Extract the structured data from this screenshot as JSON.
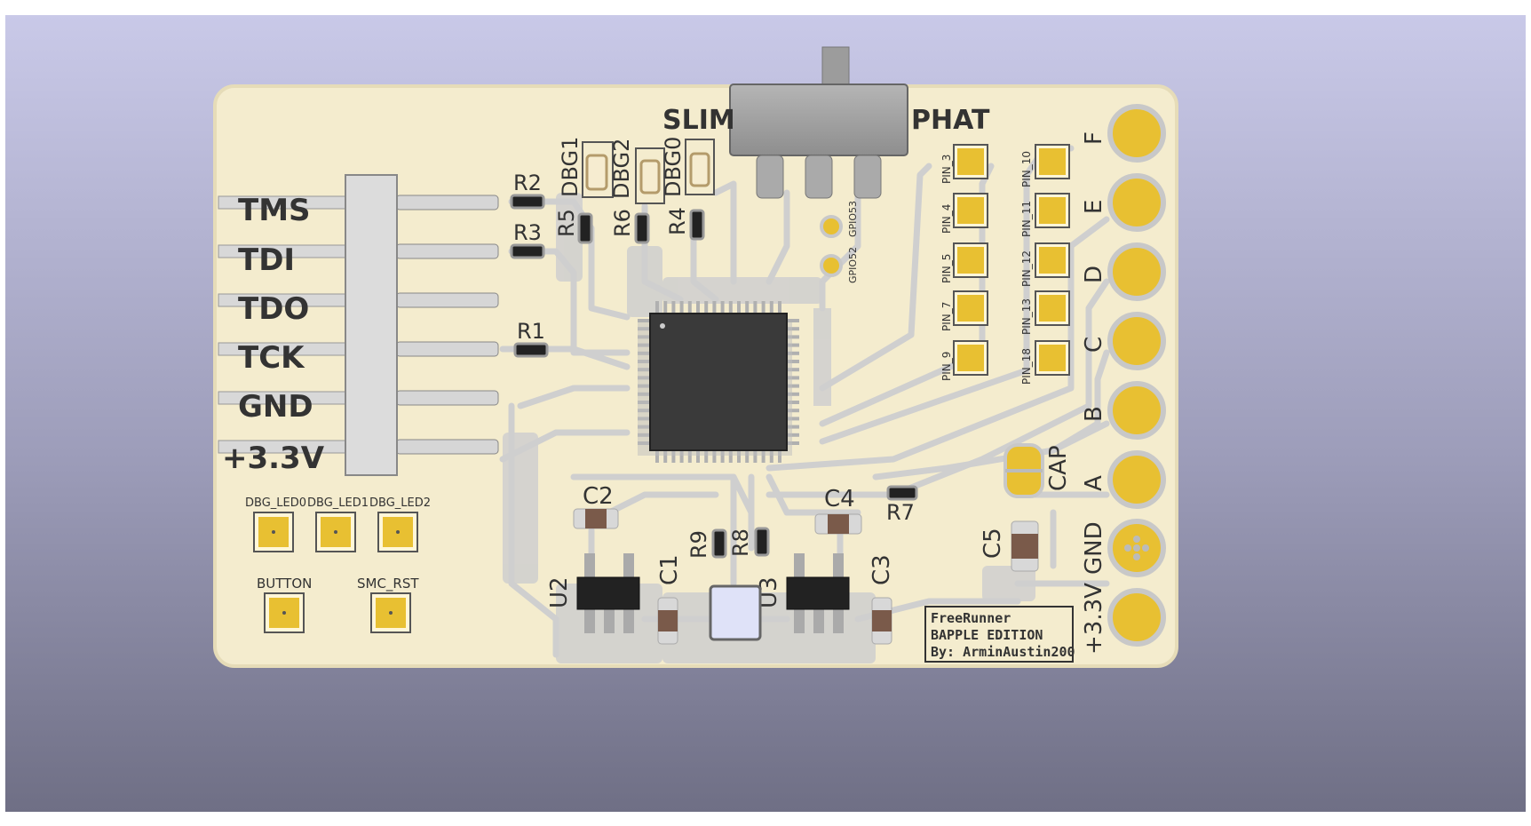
{
  "colors": {
    "board": "#f4ecce",
    "copper": "#c9c9c9",
    "pad_gold": "#e8c032",
    "silkscreen": "#333333",
    "ic_body": "#3a3a3a"
  },
  "switch": {
    "left_label": "SLIM",
    "right_label": "PHAT"
  },
  "jtag_pins": [
    "TMS",
    "TDI",
    "TDO",
    "TCK",
    "GND",
    "+3.3V"
  ],
  "debug_pads": [
    "DBG_LED0",
    "DBG_LED1",
    "DBG_LED2"
  ],
  "aux_pads": [
    "BUTTON",
    "SMC_RST"
  ],
  "debug_leds": [
    "DBG1",
    "DBG2",
    "DBG0"
  ],
  "resistors": {
    "r1": "R1",
    "r2": "R2",
    "r3": "R3",
    "r4": "R4",
    "r5": "R5",
    "r6": "R6",
    "r7": "R7",
    "r8": "R8",
    "r9": "R9"
  },
  "capacitors": {
    "c1": "C1",
    "c2": "C2",
    "c3": "C3",
    "c4": "C4",
    "c5": "C5"
  },
  "regulators": {
    "u2": "U2",
    "u3": "U3"
  },
  "gpio_labels": [
    "GPIO52",
    "GPIO53"
  ],
  "pin_pads_left": [
    "PIN_3",
    "PIN_4",
    "PIN_5",
    "PIN_7",
    "PIN_9"
  ],
  "pin_pads_right": [
    "PIN_10",
    "PIN_11",
    "PIN_12",
    "PIN_13",
    "PIN_18"
  ],
  "edge_pads": [
    "F",
    "E",
    "D",
    "C",
    "B",
    "A",
    "GND",
    "+3.3V"
  ],
  "cap_label": "CAP",
  "credits": {
    "line1": "FreeRunner",
    "line2": "BAPPLE EDITION",
    "line3": "By: ArminAustin200"
  }
}
